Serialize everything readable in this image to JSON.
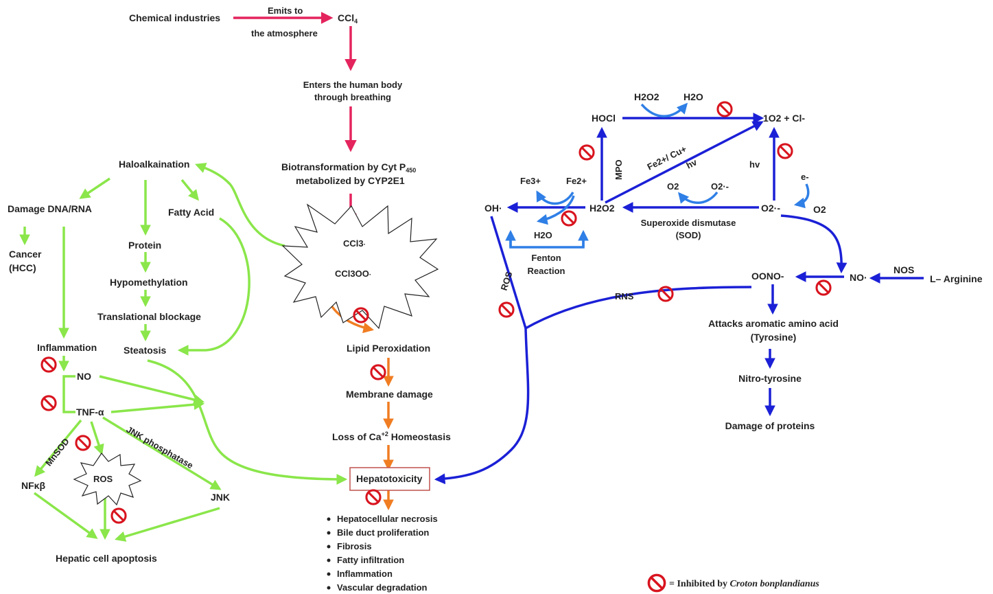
{
  "source": {
    "industry": "Chemical industries",
    "emits_to": "Emits to",
    "atmosphere": "the atmosphere",
    "ccl4": "CCl",
    "ccl4_sub": "4",
    "enters_line1": "Enters the human body",
    "enters_line2": "through breathing",
    "biotrans_line1": "Biotransformation by Cyt P",
    "biotrans_sub": "450",
    "biotrans_line2": "metabolized by CYP2E1",
    "ccl3_radical": "CCl3",
    "ccl3oo_radical": "CCl3OO",
    "radical_dot": "·"
  },
  "center": {
    "lipid": "Lipid Peroxidation",
    "membrane": "Membrane damage",
    "calcium": "Loss of Ca",
    "calcium_sup": "+2",
    "calcium_tail": " Homeostasis",
    "hepatotoxicity": "Hepatotoxicity",
    "outcomes": [
      "Hepatocellular necrosis",
      "Bile duct proliferation",
      "Fibrosis",
      "Fatty infiltration",
      "Inflammation",
      "Vascular degradation"
    ]
  },
  "left": {
    "haloalk": "Haloalkaination",
    "damage_dna": "Damage DNA/RNA",
    "fatty_acid": "Fatty Acid",
    "protein": "Protein",
    "cancer_1": "Cancer",
    "cancer_2": "(HCC)",
    "hypomethylation": "Hypomethylation",
    "translational": "Translational blockage",
    "inflammation": "Inflammation",
    "steatosis": "Steatosis",
    "no": "NO",
    "tnf": "TNF-α",
    "mnsod": "MnSOD",
    "jnk_phosphatase": "JNK phosphatase",
    "ros": "ROS",
    "nfkb": "NFκβ",
    "jnk": "JNK",
    "apoptosis": "Hepatic cell apoptosis"
  },
  "right": {
    "h2o2_top": "H2O2",
    "h2o_top": "H2O",
    "hocl": "HOCl",
    "singlet": "1O2 + Cl-",
    "mpo": "MPO",
    "fe_cu": "Fe2+/ Cu+",
    "hv1": "hv",
    "hv2": "hv",
    "fe3": "Fe3+",
    "fe2": "Fe2+",
    "o2_mid": "O2",
    "o2_radical_mid": "O2·-",
    "e_minus": "e-",
    "oh": "OH·",
    "h2o2_mid": "H2O2",
    "o2_radical": "O2·-",
    "o2_right": "O2",
    "h2o_fenton": "H2O",
    "fenton_1": "Fenton",
    "fenton_2": "Reaction",
    "sod_1": "Superoxide dismutase",
    "sod_2": "(SOD)",
    "ros_label": "ROS",
    "rns_label": "RNS",
    "oono": "OONO-",
    "no_radical": "NO·",
    "nos": "NOS",
    "arginine": "L– Arginine",
    "attacks_1": "Attacks aromatic amino acid",
    "attacks_2": "(Tyrosine)",
    "nitro": "Nitro-tyrosine",
    "damage_proteins": "Damage of proteins"
  },
  "legend": {
    "prefix": "= Inhibited by ",
    "species": "Croton bonplandianus"
  },
  "colors": {
    "pink": "#e4245d",
    "green": "#8ae64a",
    "orange": "#f07d22",
    "blue": "#1b20d6",
    "lightblue": "#2f7fe6",
    "inhibit": "#d8141e",
    "box": "#c0504d"
  }
}
